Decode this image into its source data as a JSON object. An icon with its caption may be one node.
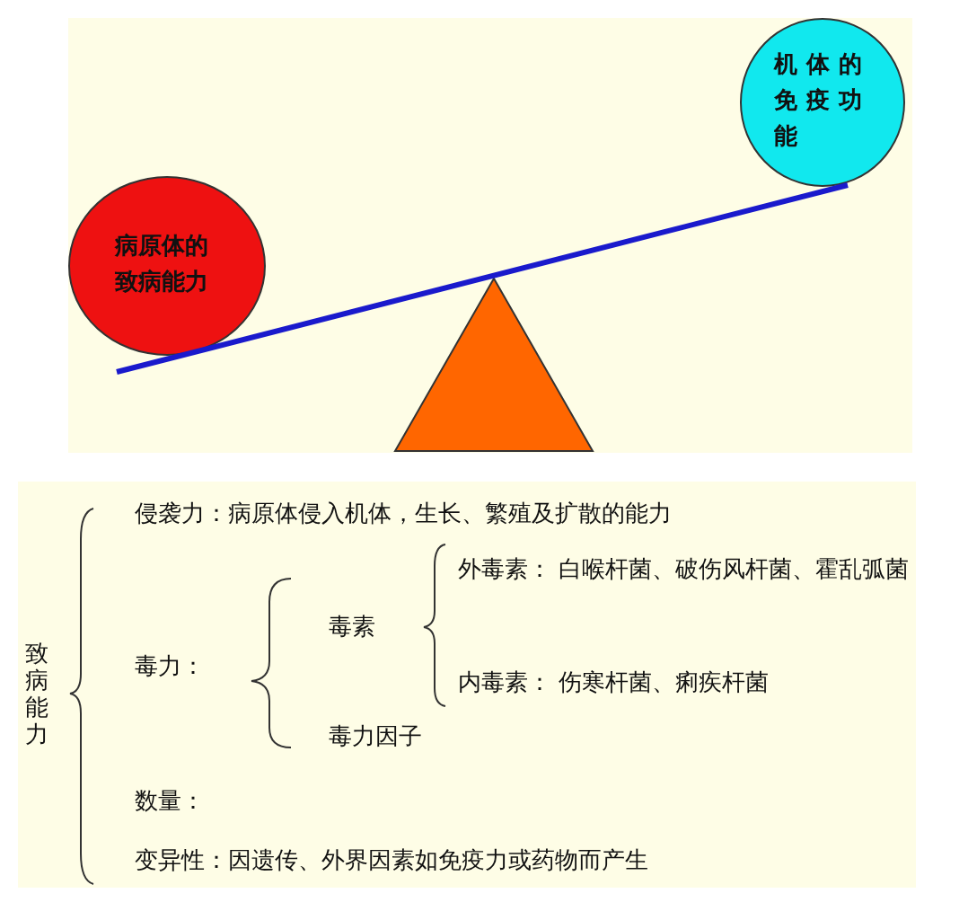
{
  "diagram": {
    "nodes": [
      {
        "text": [
          "病原体的致病能力"
        ]
      },
      {
        "text": [
          "机体的免疫功能"
        ]
      },
      {
        "text": [],
        "shape": "triangle"
      }
    ],
    "edges": [],
    "labels": [
      "致病能力",
      "侵袭力：病原体侵入机体，生长、繁殖及扩散的能力",
      "外毒素： 白喉杆菌、破伤风杆菌、霍乱弧菌",
      "毒素",
      "毒力：",
      "内毒素： 伤寒杆菌、痢疾杆菌",
      "毒力因子",
      "数量：",
      "变异性：因遗传、外界因素如免疫力或药物而产生"
    ]
  }
}
